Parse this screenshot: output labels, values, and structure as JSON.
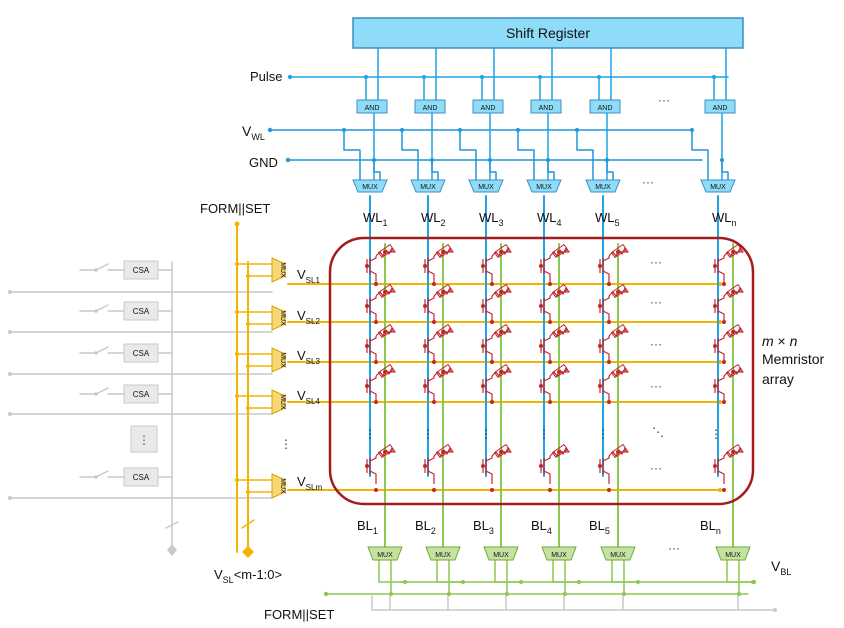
{
  "shift_register": "Shift Register",
  "pulse_label": "Pulse",
  "gnd_label": "GND",
  "vwl": {
    "main": "V",
    "sub": "WL"
  },
  "vbl": {
    "main": "V",
    "sub": "BL"
  },
  "form_set_top": "FORM||SET",
  "form_set_bottom": "FORM||SET",
  "vsl_bus": {
    "main": "V",
    "sub": "SL",
    "rest": "<m-1:0>"
  },
  "and_label": "AND",
  "mux_label": "MUX",
  "csa_label": "CSA",
  "dots": "···",
  "vdots": "⋮",
  "ddots": "⋱",
  "memristor": {
    "m": "m",
    "times": " × ",
    "n": "n",
    "line2": "Memristor",
    "line3": "array"
  },
  "word_lines": [
    {
      "main": "WL",
      "sub": "1"
    },
    {
      "main": "WL",
      "sub": "2"
    },
    {
      "main": "WL",
      "sub": "3"
    },
    {
      "main": "WL",
      "sub": "4"
    },
    {
      "main": "WL",
      "sub": "5"
    },
    {
      "main": "WL",
      "sub": "n"
    }
  ],
  "bit_lines": [
    {
      "main": "BL",
      "sub": "1"
    },
    {
      "main": "BL",
      "sub": "2"
    },
    {
      "main": "BL",
      "sub": "3"
    },
    {
      "main": "BL",
      "sub": "4"
    },
    {
      "main": "BL",
      "sub": "5"
    },
    {
      "main": "BL",
      "sub": "n"
    }
  ],
  "source_lines": [
    {
      "main": "V",
      "sub": "SL1"
    },
    {
      "main": "V",
      "sub": "SL2"
    },
    {
      "main": "V",
      "sub": "SL3"
    },
    {
      "main": "V",
      "sub": "SL4"
    },
    {
      "main": "V",
      "sub": "SLm"
    }
  ],
  "colors": {
    "wl": "#1ea3e6",
    "vwl": "#2196d8",
    "sl": "#f2b400",
    "bl": "#8cc850",
    "cell": "#c0282d",
    "frame": "#a31b1b",
    "sr_fill": "#8fdcf8",
    "sr_stroke": "#3b8fc6",
    "gray": "#c9c9c9",
    "csa_fill": "#e9e9e9",
    "form": "#f2b400"
  }
}
